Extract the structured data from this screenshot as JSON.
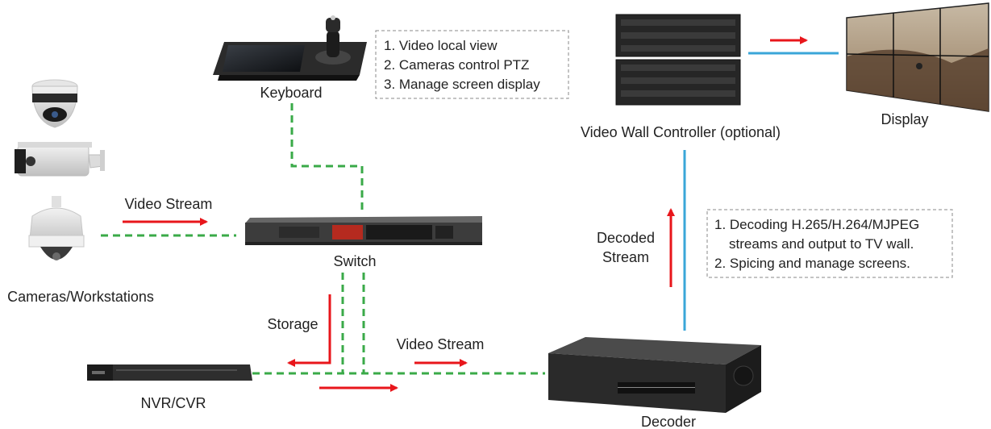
{
  "devices": {
    "keyboard": "Keyboard",
    "switch": "Switch",
    "cameras": "Cameras/Workstations",
    "nvr": "NVR/CVR",
    "decoder": "Decoder",
    "controller": "Video Wall Controller (optional)",
    "display": "Display"
  },
  "flows": {
    "camera_stream": "Video Stream",
    "nvr_stream": "Video Stream",
    "storage": "Storage",
    "decoded_line1": "Decoded",
    "decoded_line2": "Stream"
  },
  "notes": {
    "keyboard": [
      "1. Video local view",
      "2. Cameras control PTZ",
      "3. Manage screen display"
    ],
    "decoder": [
      "1. Decoding H.265/H.264/MJPEG",
      "streams and output to TV wall.",
      "2. Spicing and manage screens."
    ]
  },
  "colors": {
    "network_link": "#3aaa48",
    "video_link": "#3aa6d8",
    "arrow": "#e8161b"
  },
  "icons": {
    "keyboard": "ptz-keyboard-icon",
    "switch": "network-switch-icon",
    "dome_camera": "dome-camera-icon",
    "bullet_camera": "bullet-camera-icon",
    "ptz_camera": "ptz-camera-icon",
    "nvr": "nvr-recorder-icon",
    "decoder": "decoder-icon",
    "controller": "video-wall-controller-icon",
    "display": "video-wall-display-icon"
  }
}
